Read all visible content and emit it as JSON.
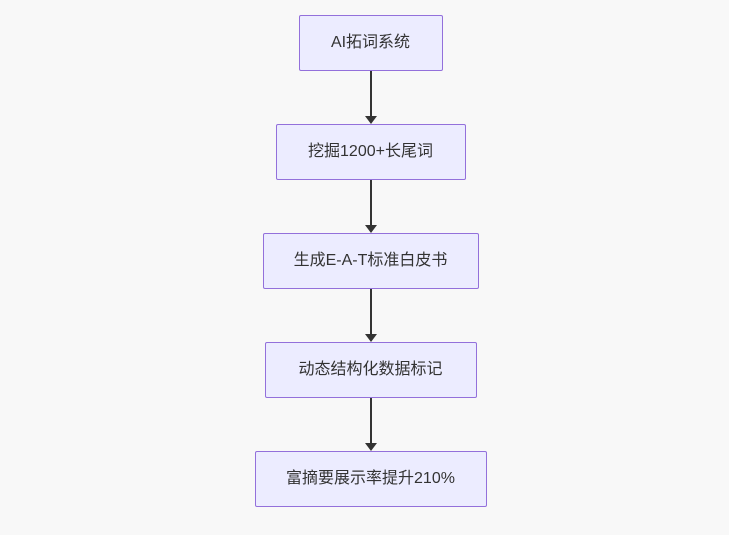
{
  "diagram": {
    "type": "flowchart",
    "direction": "top-down",
    "nodes": [
      {
        "id": "n1",
        "label": "AI拓词系统"
      },
      {
        "id": "n2",
        "label": "挖掘1200+长尾词"
      },
      {
        "id": "n3",
        "label": "生成E-A-T标准白皮书"
      },
      {
        "id": "n4",
        "label": "动态结构化数据标记"
      },
      {
        "id": "n5",
        "label": "富摘要展示率提升210%"
      }
    ],
    "edges": [
      {
        "from": "n1",
        "to": "n2"
      },
      {
        "from": "n2",
        "to": "n3"
      },
      {
        "from": "n3",
        "to": "n4"
      },
      {
        "from": "n4",
        "to": "n5"
      }
    ],
    "colors": {
      "node_fill": "#ececff",
      "node_border": "#9370db",
      "node_text": "#333333",
      "arrow": "#333333",
      "background": "#f8f8f8"
    }
  }
}
